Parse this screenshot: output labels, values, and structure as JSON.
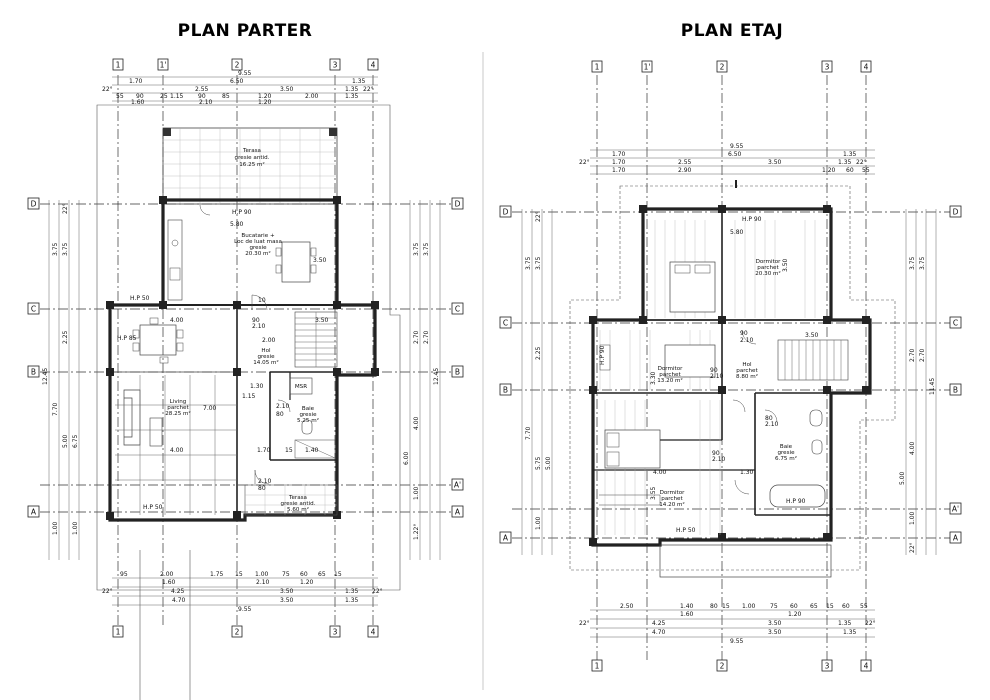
{
  "titles": {
    "ground": "PLAN PARTER",
    "upper": "PLAN ETAJ"
  },
  "axes": {
    "a1": "1",
    "a1p": "1'",
    "a2": "2",
    "a3": "3",
    "a4": "4",
    "rD": "D",
    "rC": "C",
    "rB": "B",
    "rAp": "A'",
    "rA": "A"
  },
  "ground_rooms": {
    "terasa_top": {
      "name": "Terasa",
      "finish": "gresie antid.",
      "area": "16.25 m²"
    },
    "bucatarie": {
      "name": "Bucatarie +",
      "name2": "Loc de luat masa",
      "finish": "gresie",
      "area": "20.30 m²"
    },
    "living": {
      "name": "Living",
      "finish": "parchet",
      "area": "28.25 m²"
    },
    "hol": {
      "name": "Hol",
      "finish": "gresie",
      "area": "14.05 m²"
    },
    "baie": {
      "name": "Baie",
      "finish": "gresie",
      "area": "5.25 m²"
    },
    "terasa_bottom": {
      "name": "Terasa",
      "finish": "gresie antid.",
      "area": "5.60 m²"
    },
    "msr": "MSR"
  },
  "upper_rooms": {
    "dormitor1": {
      "name": "Dormitor",
      "finish": "parchet",
      "area": "20.30 m²"
    },
    "dormitor2": {
      "name": "Dormitor",
      "finish": "parchet",
      "area": "13.20 m²"
    },
    "hol": {
      "name": "Hol",
      "finish": "parchet",
      "area": "8.80 m²"
    },
    "baie": {
      "name": "Baie",
      "finish": "gresie",
      "area": "6.75 m²"
    },
    "dormitor3": {
      "name": "Dormitor",
      "finish": "parchet",
      "area": "14.20 m²"
    }
  },
  "ground_dims": {
    "top_total": "9.55",
    "top_row1": [
      "1.70",
      "6.50",
      "1.35"
    ],
    "top_row2": [
      "22°",
      "2.55",
      "3.50",
      "1.35",
      "22°"
    ],
    "top_row3": [
      "55",
      "90",
      "25",
      "1.15",
      "90",
      "85",
      "1.20",
      "2.00",
      "1.35"
    ],
    "top_row4": [
      "1.60",
      "2.10",
      "1.20"
    ],
    "bottom_row1": [
      "95",
      "2.00",
      "1.75",
      "15",
      "1.00",
      "75",
      "60",
      "65",
      "15"
    ],
    "bottom_row2": [
      "1.60",
      "2.10",
      "1.20"
    ],
    "bottom_row3": [
      "22°",
      "4.25",
      "3.50",
      "1.35",
      "22°"
    ],
    "bottom_row4": [
      "4.70",
      "3.50",
      "1.35"
    ],
    "bottom_total": "9.55",
    "left_vals": [
      "3.75",
      "3.75",
      "2.25",
      "12.45",
      "7.70",
      "5.00",
      "6.75",
      "1.00",
      "1.00",
      "22°"
    ],
    "right_vals": [
      "3.75",
      "3.75",
      "2.70",
      "2.70",
      "12.45",
      "4.00",
      "6.00",
      "1.00",
      "1.22°"
    ],
    "inner": [
      "5.80",
      "4.00",
      "2.10",
      "90",
      "4.00",
      "7.00",
      "1.70",
      "15",
      "1.40",
      "H.P 90",
      "H.P 50",
      "H.P 85",
      "H.P 50",
      "3.50",
      "2.00",
      "1.30",
      "1.15",
      "2.10",
      "80",
      "2.10",
      "80",
      "3.50",
      "10"
    ]
  },
  "upper_dims": {
    "top_total": "9.55",
    "top_row1": [
      "1.70",
      "6.50",
      "1.35"
    ],
    "top_row2": [
      "22°",
      "1.70",
      "2.55",
      "3.50",
      "1.35",
      "22°"
    ],
    "top_row3": [
      "1.70",
      "2.90",
      "1.20",
      "60",
      "55"
    ],
    "bottom_row1": [
      "2.50",
      "1.40",
      "80",
      "15",
      "1.00",
      "75",
      "60",
      "65",
      "15",
      "60",
      "55"
    ],
    "bottom_row2": [
      "1.60",
      "1.20"
    ],
    "bottom_row3": [
      "22°",
      "4.25",
      "3.50",
      "1.35",
      "22°"
    ],
    "bottom_row4": [
      "4.70",
      "3.50",
      "1.35"
    ],
    "bottom_total": "9.55",
    "left_vals": [
      "3.75",
      "3.75",
      "2.25",
      "5.00",
      "7.70",
      "5.75",
      "1.00",
      "22°"
    ],
    "right_vals": [
      "3.75",
      "3.75",
      "2.70",
      "2.70",
      "11.45",
      "4.00",
      "5.00",
      "1.00",
      "22°"
    ],
    "inner": [
      "H.P 90",
      "5.80",
      "3.50",
      "90",
      "2.10",
      "3.30",
      "90",
      "2.10",
      "4.00",
      "1.30",
      "3.55",
      "H.P 50",
      "H.P 90",
      "3.50",
      "H.P 90",
      "80",
      "2.10",
      "90",
      "2.10"
    ]
  }
}
